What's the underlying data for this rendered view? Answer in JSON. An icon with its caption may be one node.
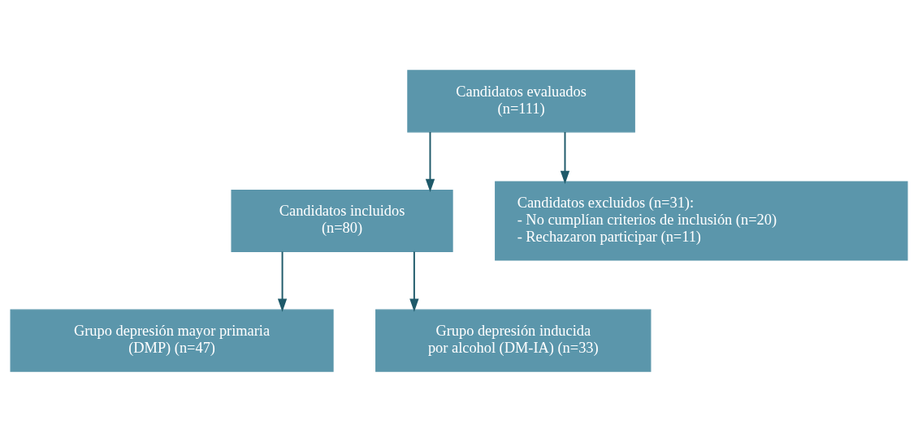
{
  "diagram": {
    "nodes": [
      {
        "text": [
          "Candidatos evaluados (n=111)"
        ]
      },
      {
        "text": [
          "Candidatos incluidos (n=80)"
        ]
      },
      {
        "text": [
          "Candidatos excluidos (n=31):",
          "- No cumplían criterios de inclusión (n=20)",
          "- Rechazaron participar (n=11)"
        ]
      },
      {
        "text": [
          "Grupo depresión mayor primaria (DMP) (n=47)"
        ]
      },
      {
        "text": [
          "Grupo depresión inducida por alcohol (DM-IA) (n=33)"
        ]
      }
    ],
    "edges": [
      {
        "from": 0,
        "to": 1,
        "arrow": "to"
      },
      {
        "from": 0,
        "to": 2,
        "arrow": "to"
      },
      {
        "from": 1,
        "to": 3,
        "arrow": "to"
      },
      {
        "from": 1,
        "to": 4,
        "arrow": "to"
      }
    ]
  }
}
